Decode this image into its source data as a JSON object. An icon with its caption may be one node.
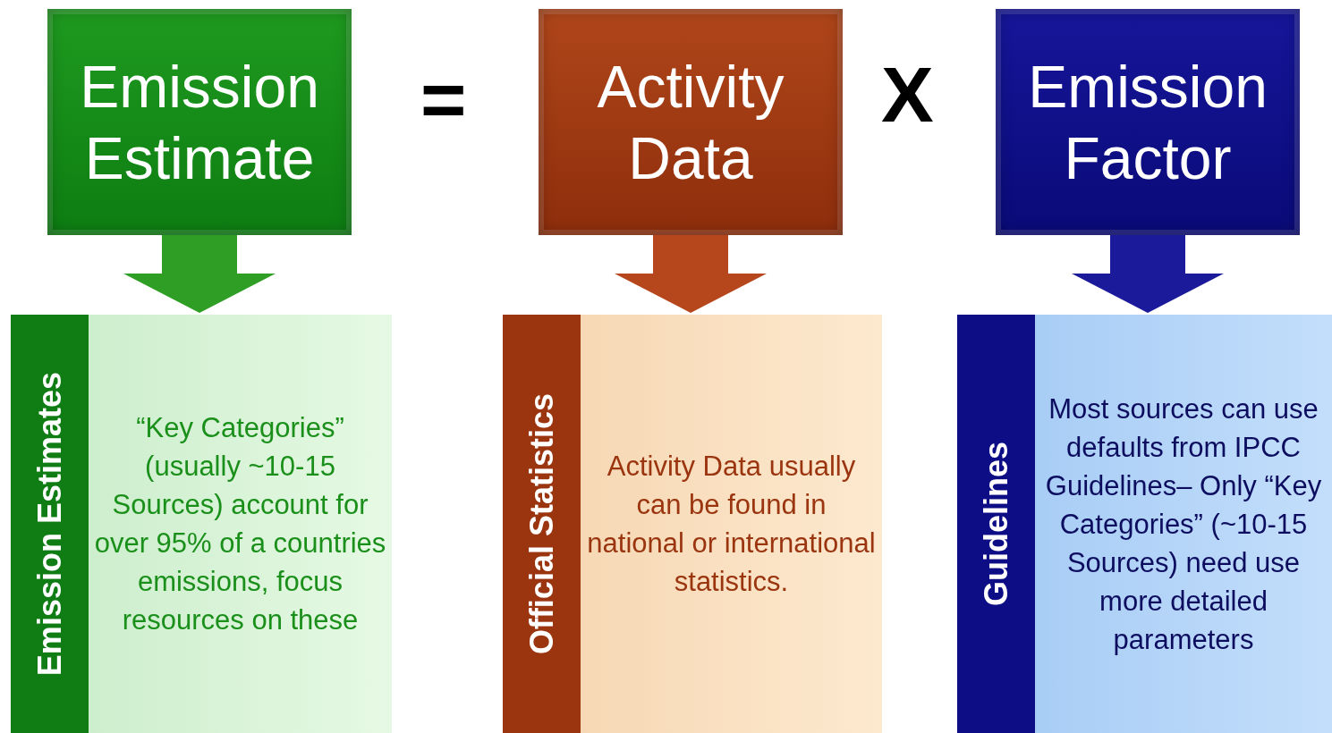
{
  "diagram": {
    "nodes": [
      {
        "text": [
          "Emission Estimate"
        ]
      },
      {
        "text": [
          "Activity Data"
        ]
      },
      {
        "text": [
          "Emission Factor"
        ]
      },
      {
        "text": [
          "Emission Estimates",
          "“Key Categories” (usually ~10-15 Sources) account for over 95% of a countries emissions, focus resources on these"
        ]
      },
      {
        "text": [
          "Official Statistics",
          "Activity Data usually can be found in national or international statistics."
        ]
      },
      {
        "text": [
          "Guidelines",
          "Most sources can use defaults from IPCC Guidelines– Only “Key Categories” (~10-15 Sources) need use more detailed parameters"
        ]
      }
    ],
    "edges": [
      {
        "from": 0,
        "to": 3,
        "arrow": "to",
        "color": "#2e9e24"
      },
      {
        "from": 1,
        "to": 4,
        "arrow": "to",
        "color": "#b6461b"
      },
      {
        "from": 2,
        "to": 5,
        "arrow": "to",
        "color": "#1a1a9a"
      }
    ],
    "labels": [
      "=",
      "X"
    ]
  }
}
